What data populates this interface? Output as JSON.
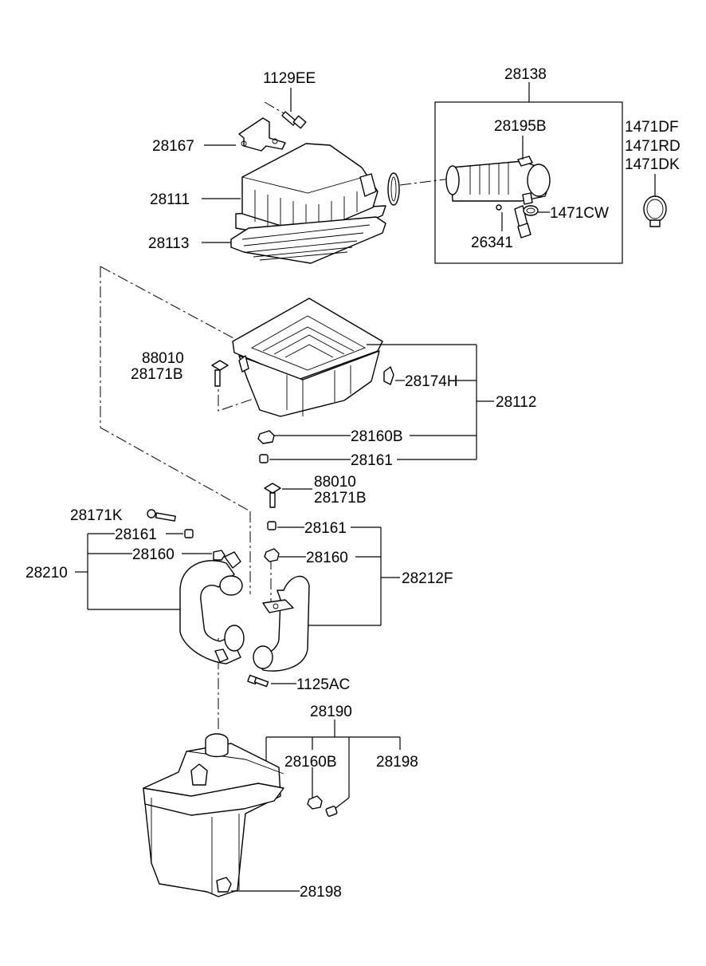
{
  "labels": {
    "bolt_top": "1129EE",
    "assy_main": "28138",
    "bracket": "28167",
    "cover": "28111",
    "element": "28113",
    "duct_hose": "28195B",
    "clamp_1": "1471DF",
    "clamp_2": "1471RD",
    "clamp_3": "1471DK",
    "clamp_cw": "1471CW",
    "pipe_small": "26341",
    "bolt_body_a": "88010",
    "bolt_body_b": "28171B",
    "clip": "28174H",
    "body": "28112",
    "grommet_body": "28160B",
    "insulator_body": "28161",
    "bolt_mid_a": "88010",
    "bolt_mid_b": "28171B",
    "bolt_left": "28171K",
    "insulator_left": "28161",
    "insulator_right": "28161",
    "grommet_left": "28160",
    "grommet_right": "28160",
    "resonator_left": "28210",
    "resonator_right": "28212F",
    "bolt_low": "1125AC",
    "resonator_assy": "28190",
    "grommet_tank": "28160B",
    "insulator_tank": "28198",
    "insulator_bottom": "28198"
  }
}
